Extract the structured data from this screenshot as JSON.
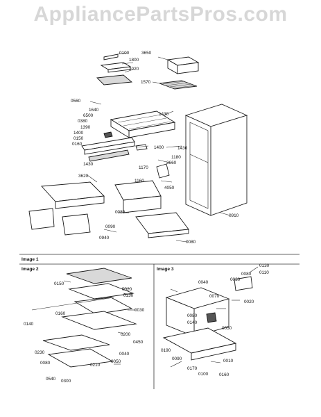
{
  "watermark": "AppliancePartsPros.com",
  "sections": {
    "image1": "Image 1",
    "image2": "Image 2",
    "image3": "Image 3"
  },
  "callouts": {
    "main": [
      "0100",
      "1800",
      "1020",
      "3650",
      "1570",
      "0560",
      "1640",
      "6500",
      "0380",
      "1390",
      "1400",
      "0150",
      "0160",
      "1430",
      "1400",
      "1430",
      "3620",
      "1430",
      "1180",
      "3660",
      "1170",
      "4050",
      "1160",
      "0080",
      "0090",
      "0940",
      "0080",
      "0910"
    ],
    "image2": [
      "0150",
      "0020",
      "0130",
      "0030",
      "0140",
      "0160",
      "0200",
      "0450",
      "0230",
      "0080",
      "0210",
      "0050",
      "0040",
      "0540",
      "0300"
    ],
    "image3": [
      "0130",
      "0110",
      "0080",
      "0040",
      "0030",
      "0020",
      "0070",
      "0080",
      "0140",
      "0050",
      "0190",
      "0090",
      "0170",
      "0100",
      "0010",
      "0160"
    ]
  }
}
